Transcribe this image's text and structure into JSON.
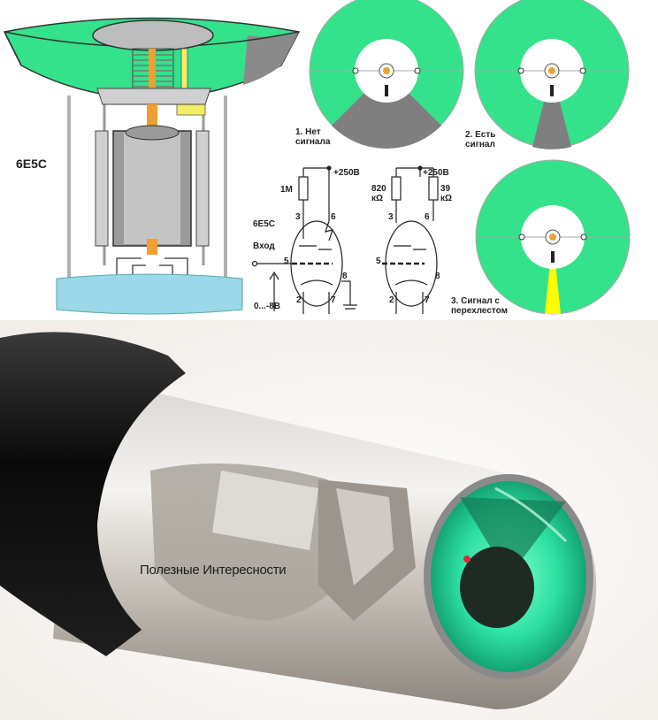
{
  "tube_name": "6E5C",
  "states": {
    "s1_line1": "1. Нет",
    "s1_line2": "сигнала",
    "s2_line1": "2. Есть",
    "s2_line2": "сигнал",
    "s3_line1": "3. Сигнал с",
    "s3_line2": "перехлестом"
  },
  "schematic": {
    "supply": "+250В",
    "supply_right": "+250В",
    "r_grid": "1М",
    "r_left_line1": "820",
    "r_left_line2": "кΩ",
    "r_right_line1": "39",
    "r_right_line2": "кΩ",
    "tube_label": "6E5C",
    "input_label": "Вход",
    "range_label": "0...-8В",
    "pins": {
      "p3": "3",
      "p6": "6",
      "p5": "5",
      "p8": "8",
      "p2": "2",
      "p7": "7"
    },
    "pins_right": {
      "p3": "3",
      "p6": "6",
      "p5": "5",
      "p8": "8",
      "p2": "2",
      "p7": "7"
    }
  },
  "watermark": "Полезные Интересности",
  "colors": {
    "glow": "#33e28a",
    "shadow": "#7f7f7f",
    "overlap": "#ffff00",
    "base": "#9ad8ea",
    "glass": "#c0c0c0"
  }
}
